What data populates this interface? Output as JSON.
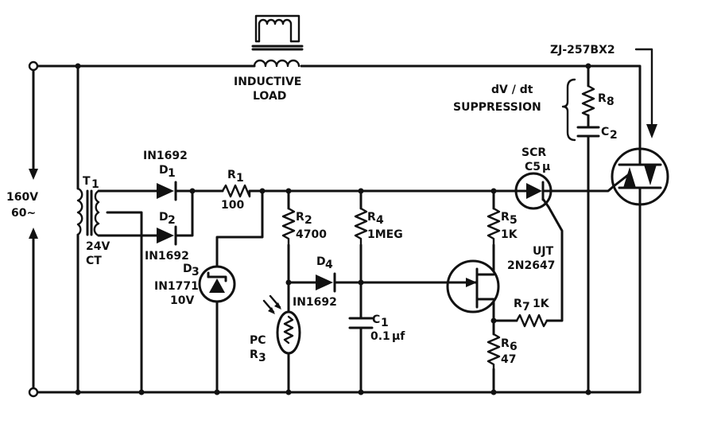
{
  "labels": {
    "inductive_load": [
      "INDUCTIVE",
      "LOAD"
    ],
    "source": [
      "160V",
      "60~"
    ],
    "transformer": [
      "T",
      "1",
      "24V",
      "CT"
    ],
    "d1": [
      "IN1692",
      "D",
      "1"
    ],
    "d2": [
      "D",
      "2",
      "IN1692"
    ],
    "r1": [
      "R",
      "1",
      "100"
    ],
    "d3": [
      "D",
      "3",
      "IN1771",
      "10V"
    ],
    "r2": [
      "R",
      "2",
      "4700"
    ],
    "r3": [
      "PC",
      "R",
      "3"
    ],
    "d4": [
      "D",
      "4",
      "IN1692"
    ],
    "r4": [
      "R",
      "4",
      "1MEG"
    ],
    "c1": [
      "C",
      "1",
      "0.1",
      "μf"
    ],
    "r5": [
      "R",
      "5",
      "1K"
    ],
    "ujt": [
      "UJT",
      "2N2647"
    ],
    "r7": [
      "R",
      "7",
      "1K"
    ],
    "r6": [
      "R",
      "6",
      "47"
    ],
    "scr": [
      "SCR",
      "C5",
      "μ"
    ],
    "dvdt": [
      "dV / dt",
      "SUPPRESSION"
    ],
    "r8": [
      "R",
      "8"
    ],
    "c2": [
      "C",
      "2"
    ],
    "triac": [
      "ZJ-257BX2"
    ]
  }
}
